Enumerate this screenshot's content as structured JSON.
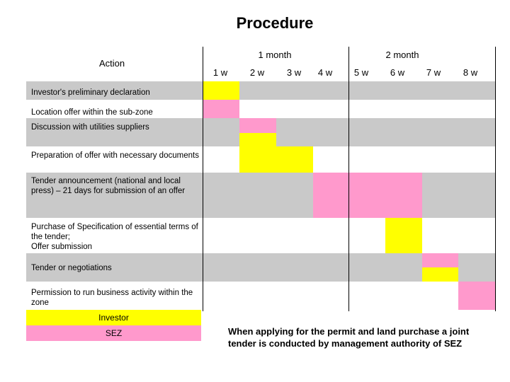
{
  "title": "Procedure",
  "header": {
    "action_label": "Action",
    "months": [
      "1 month",
      "2 month"
    ],
    "weeks": [
      "1 w",
      "2 w",
      "3 w",
      "4 w",
      "5 w",
      "6 w",
      "7 w",
      "8 w"
    ]
  },
  "colors": {
    "investor": "#ffff00",
    "sez": "#ff99cc",
    "row_band": "#c9c9c9"
  },
  "activities": [
    {
      "label": "Investor's preliminary declaration",
      "bars": [
        {
          "weeks": [
            1,
            1
          ],
          "party": "investor"
        }
      ]
    },
    {
      "label": "Location offer within the sub-zone",
      "bars": [
        {
          "weeks": [
            1,
            1
          ],
          "party": "sez"
        }
      ]
    },
    {
      "label": "Discussion with utilities suppliers",
      "bars": [
        {
          "weeks": [
            2,
            2
          ],
          "party": "sez"
        }
      ]
    },
    {
      "label": "Preparation of offer with necessary documents",
      "bars": [
        {
          "weeks": [
            2,
            3
          ],
          "party": "investor"
        }
      ]
    },
    {
      "label": "Tender announcement (national and local press) – 21 days for submission of an offer",
      "bars": [
        {
          "weeks": [
            4,
            6
          ],
          "party": "sez"
        }
      ]
    },
    {
      "label": "Purchase of Specification of essential terms of the tender;\nOffer submission",
      "bars": [
        {
          "weeks": [
            6,
            6
          ],
          "party": "investor"
        }
      ]
    },
    {
      "label": "Tender or negotiations",
      "bars": [
        {
          "weeks": [
            7,
            7
          ],
          "party": "sez"
        },
        {
          "weeks": [
            7,
            7
          ],
          "party": "investor"
        }
      ]
    },
    {
      "label": "Permission to run business activity within the zone",
      "bars": [
        {
          "weeks": [
            8,
            8
          ],
          "party": "sez"
        }
      ]
    }
  ],
  "legend": {
    "investor": "Investor",
    "sez": "SEZ"
  },
  "note": "When applying for the permit and land purchase a joint tender is conducted by management authority of SEZ"
}
